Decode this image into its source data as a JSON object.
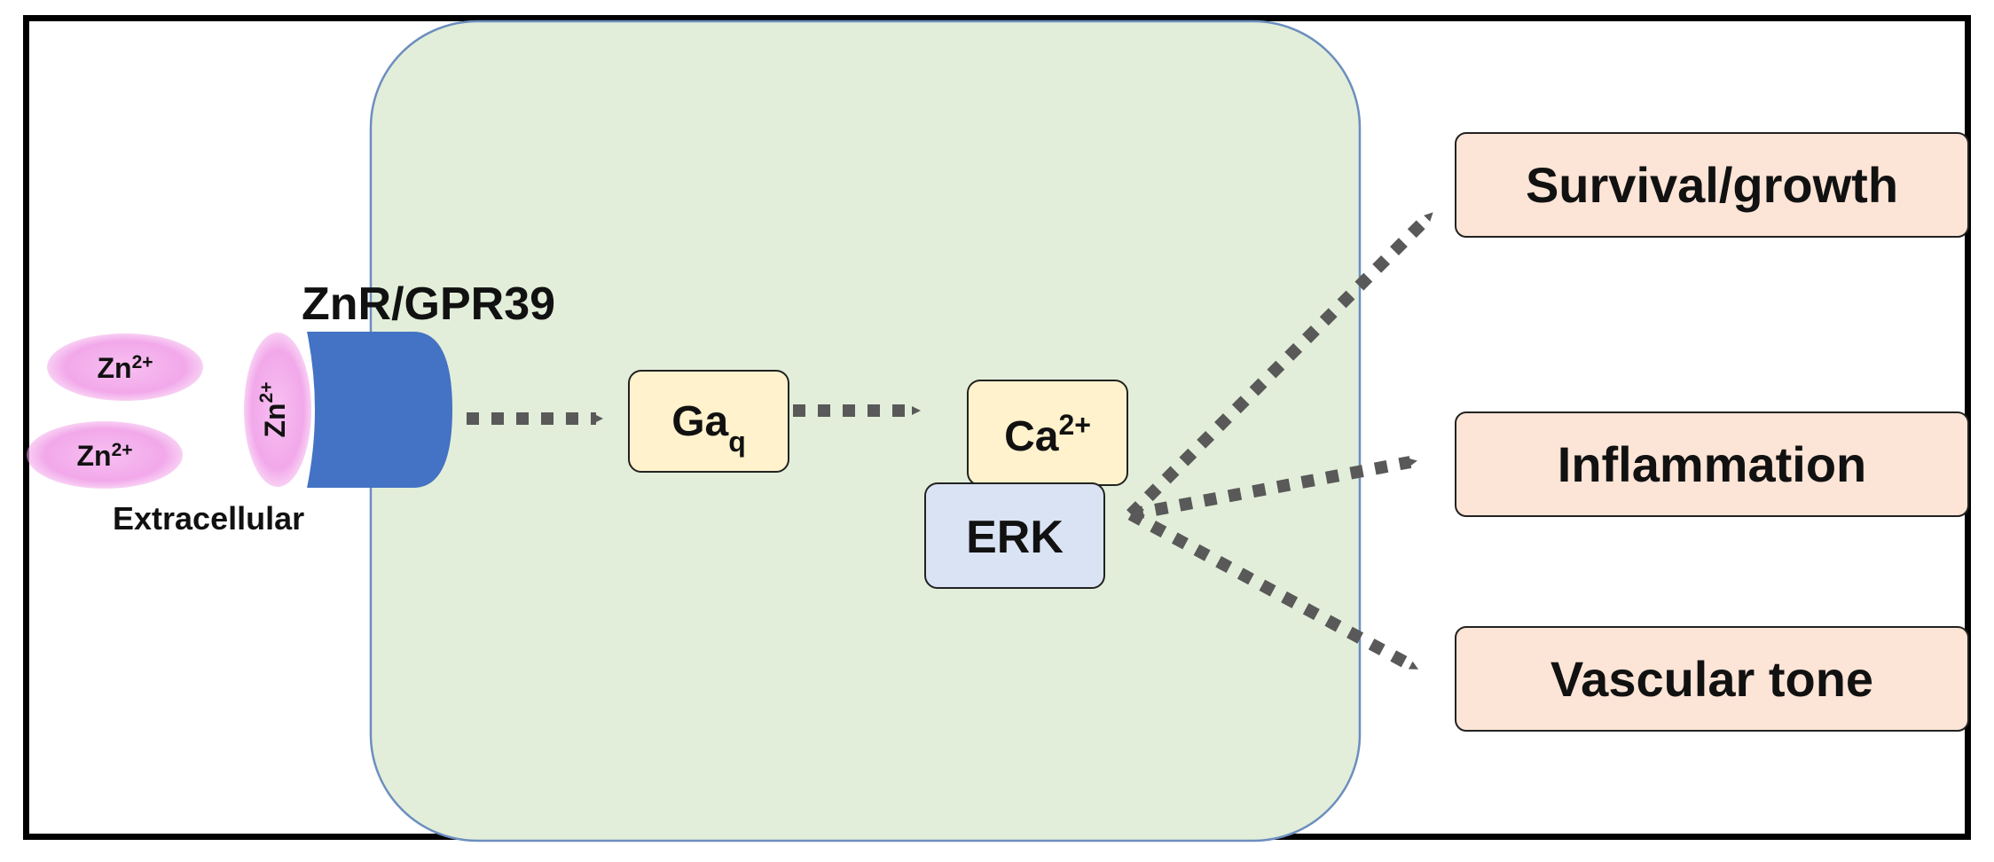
{
  "receptor": {
    "label": "ZnR/GPR39",
    "ligand": "Zn",
    "charge": "2+"
  },
  "extracellular": {
    "label": "Extracellular",
    "ions": [
      {
        "symbol": "Zn",
        "charge": "2+"
      },
      {
        "symbol": "Zn",
        "charge": "2+"
      }
    ]
  },
  "signaling": {
    "galpha": {
      "base": "Ga",
      "subscript": "q"
    },
    "calcium": {
      "base": "Ca",
      "superscript": "2+"
    },
    "erk": "ERK"
  },
  "outcomes": [
    {
      "label": "Survival/growth"
    },
    {
      "label": "Inflammation"
    },
    {
      "label": "Vascular tone"
    }
  ],
  "colors": {
    "cell_fill": "#e2eed9",
    "cell_stroke": "#6c8ebf",
    "receptor": "#4472c4",
    "zinc_ion": "#f2a8ea",
    "signal_node": "#fff2cc",
    "erk_node": "#dae3f3",
    "outcome_node": "#fce4d6",
    "arrow": "#595959"
  }
}
